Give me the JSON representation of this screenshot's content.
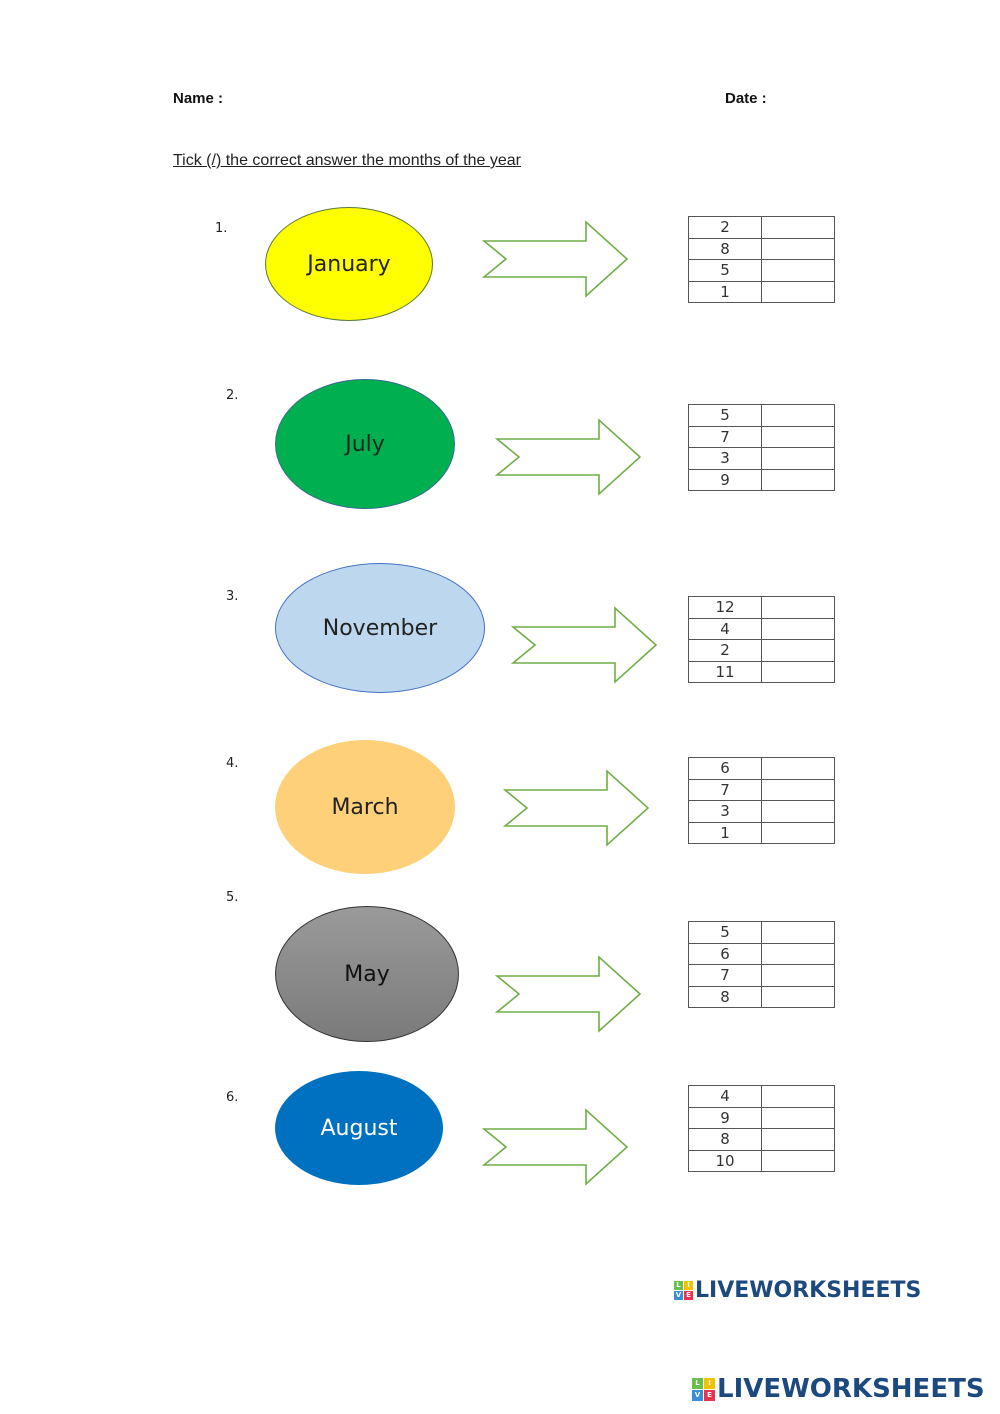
{
  "header": {
    "name_label": "Name :",
    "date_label": "Date :"
  },
  "instruction": "Tick (/) the correct answer the months of the year",
  "questions": [
    {
      "number": "1.",
      "month": "January",
      "fill": "#ffff00",
      "border": "#5a7a3a",
      "text_color": "#222222",
      "options": [
        "2",
        "8",
        "5",
        "1"
      ]
    },
    {
      "number": "2.",
      "month": "July",
      "fill": "#00b050",
      "border": "#3b6a8e",
      "text_color": "#1a2a1a",
      "options": [
        "5",
        "7",
        "3",
        "9"
      ]
    },
    {
      "number": "3.",
      "month": "November",
      "fill": "#bdd7ee",
      "border": "#4472c4",
      "text_color": "#222222",
      "options": [
        "12",
        "4",
        "2",
        "11"
      ]
    },
    {
      "number": "4.",
      "month": "March",
      "fill": "#ffd07a",
      "border": "#ffd07a",
      "text_color": "#222222",
      "options": [
        "6",
        "7",
        "3",
        "1"
      ]
    },
    {
      "number": "5.",
      "month": "May",
      "fill": "#8c8c8c",
      "border": "#333333",
      "text_color": "#111111",
      "options": [
        "5",
        "6",
        "7",
        "8"
      ]
    },
    {
      "number": "6.",
      "month": "August",
      "fill": "#0070c0",
      "border": "#0070c0",
      "text_color": "#ffffff",
      "options": [
        "4",
        "9",
        "8",
        "10"
      ]
    }
  ],
  "colors": {
    "arrow_stroke": "#70ad47",
    "logo_text": "#1d4a7e",
    "logo_squares": [
      "#6abf4b",
      "#f2c200",
      "#3a8fd6",
      "#e8344e"
    ]
  },
  "logo": {
    "letters": [
      "L",
      "I",
      "V",
      "E"
    ],
    "word": "LIVEWORKSHEETS"
  }
}
